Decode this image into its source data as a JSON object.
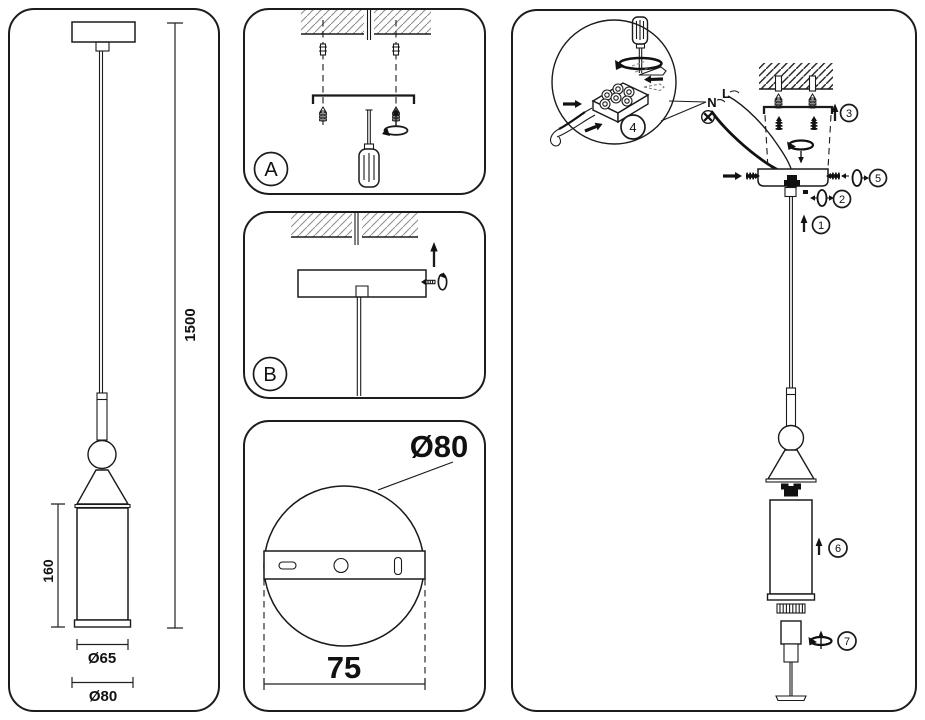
{
  "doc": {
    "type": "pendant-lamp-installation-drawing",
    "colors": {
      "line": "#1a1a1a",
      "background": "#ffffff"
    }
  },
  "side_view": {
    "cable_length": "1500",
    "shade_height": "160",
    "shade_diameter": "Ø65",
    "base_diameter": "Ø80"
  },
  "step_a": {
    "badge": "A"
  },
  "step_b": {
    "badge": "B"
  },
  "canopy_bottom_view": {
    "diameter_label": "Ø80",
    "hole_spacing_label": "75"
  },
  "assembly": {
    "neutral_label": "N",
    "live_label": "L",
    "detail_badge": "4",
    "step1": "1",
    "step2": "2",
    "step3": "3",
    "step5": "5",
    "step6": "6",
    "step7": "7"
  }
}
